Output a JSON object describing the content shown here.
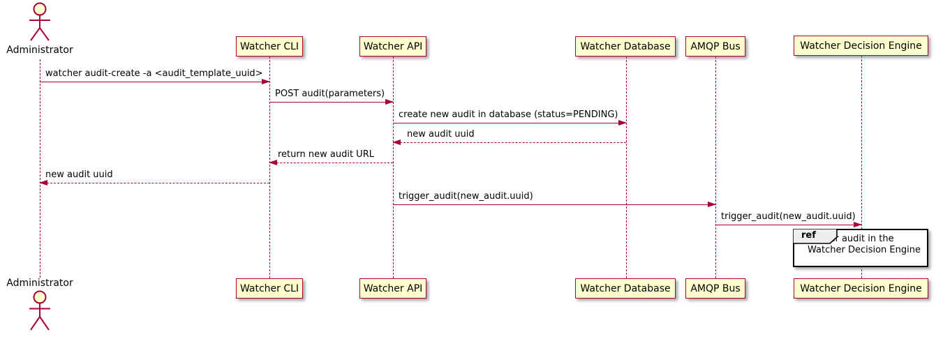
{
  "diagram": {
    "type": "sequence-diagram",
    "actor": {
      "name": "Administrator"
    },
    "participants": [
      {
        "name": "Watcher CLI"
      },
      {
        "name": "Watcher API"
      },
      {
        "name": "Watcher Database"
      },
      {
        "name": "AMQP Bus"
      },
      {
        "name": "Watcher Decision Engine"
      }
    ],
    "messages": [
      {
        "from": "Administrator",
        "to": "Watcher CLI",
        "label": "watcher audit-create -a <audit_template_uuid>",
        "style": "solid"
      },
      {
        "from": "Watcher CLI",
        "to": "Watcher API",
        "label": "POST audit(parameters)",
        "style": "solid"
      },
      {
        "from": "Watcher API",
        "to": "Watcher Database",
        "label": "create new audit in database (status=PENDING)",
        "style": "solid"
      },
      {
        "from": "Watcher Database",
        "to": "Watcher API",
        "label": "new audit uuid",
        "style": "dashed"
      },
      {
        "from": "Watcher API",
        "to": "Watcher CLI",
        "label": "return new audit URL",
        "style": "dashed"
      },
      {
        "from": "Watcher CLI",
        "to": "Administrator",
        "label": "new audit uuid",
        "style": "dashed"
      },
      {
        "from": "Watcher API",
        "to": "AMQP Bus",
        "label": "trigger_audit(new_audit.uuid)",
        "style": "solid"
      },
      {
        "from": "AMQP Bus",
        "to": "Watcher Decision Engine",
        "label": "trigger_audit(new_audit.uuid)",
        "style": "solid"
      }
    ],
    "ref": {
      "keyword": "ref",
      "line1": "Trigger audit in the",
      "line2": "Watcher Decision Engine"
    },
    "colors": {
      "accent": "#A80036",
      "participant_fill": "#FEFECE",
      "ref_border": "#000000",
      "ref_tag_fill": "#EEEEEE",
      "text": "#000000",
      "background": "#FFFFFF"
    }
  }
}
